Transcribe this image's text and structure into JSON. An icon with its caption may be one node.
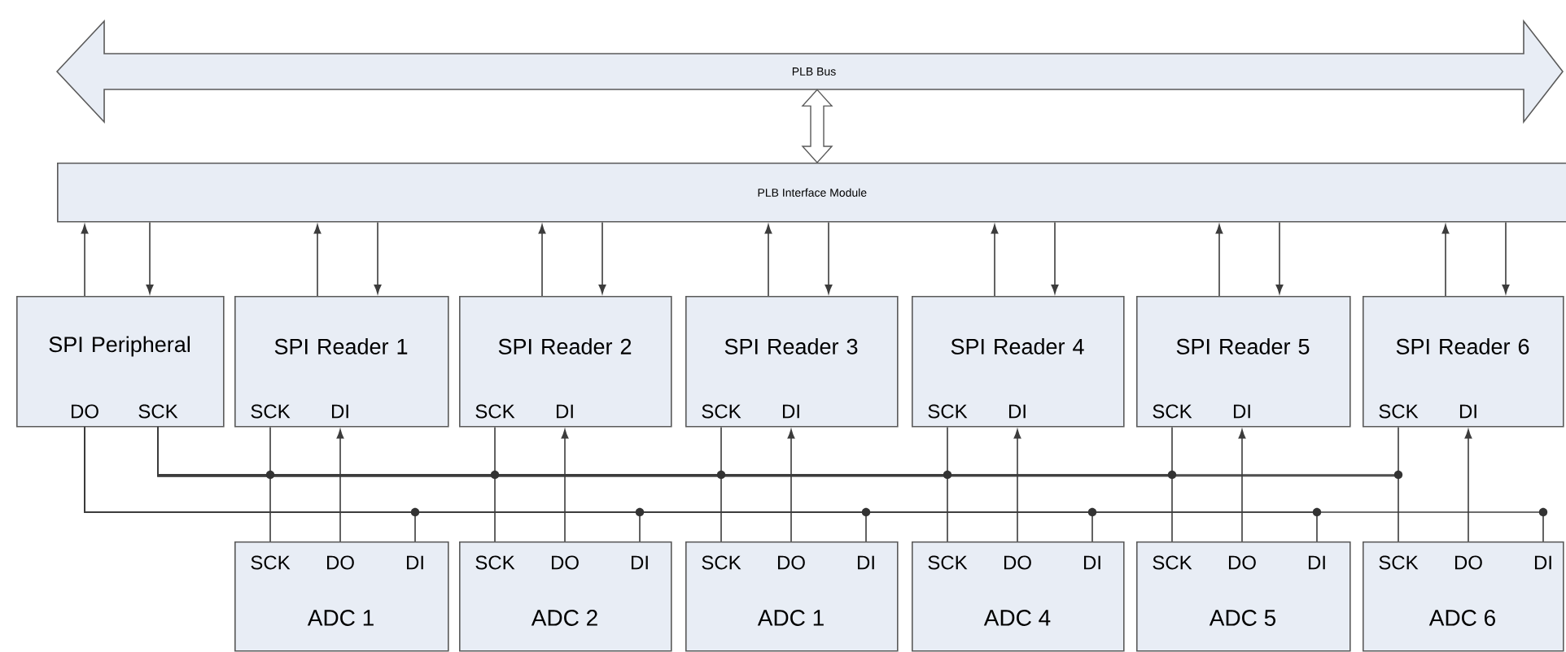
{
  "diagram": {
    "nodes": [
      {
        "text": [
          "PLB Bus"
        ]
      },
      {
        "text": [
          "PLB Interface Module"
        ]
      },
      {
        "text": [
          "SPI Peripheral",
          "DO",
          "SCK"
        ]
      },
      {
        "text": [
          "SPI Reader 1",
          "SCK",
          "DI"
        ]
      },
      {
        "text": [
          "SPI Reader 2",
          "SCK",
          "DI"
        ]
      },
      {
        "text": [
          "SPI Reader 3",
          "SCK",
          "DI"
        ]
      },
      {
        "text": [
          "SPI Reader 4",
          "SCK",
          "DI"
        ]
      },
      {
        "text": [
          "SPI Reader 5",
          "SCK",
          "DI"
        ]
      },
      {
        "text": [
          "SPI Reader 6",
          "SCK",
          "DI"
        ]
      },
      {
        "text": [
          "SCK",
          "DO",
          "DI",
          "ADC 1"
        ]
      },
      {
        "text": [
          "SCK",
          "DO",
          "DI",
          "ADC 2"
        ]
      },
      {
        "text": [
          "SCK",
          "DO",
          "DI",
          "ADC 1"
        ]
      },
      {
        "text": [
          "SCK",
          "DO",
          "DI",
          "ADC 4"
        ]
      },
      {
        "text": [
          "SCK",
          "DO",
          "DI",
          "ADC 5"
        ]
      },
      {
        "text": [
          "SCK",
          "DO",
          "DI",
          "ADC 6"
        ]
      }
    ],
    "edges": [
      {
        "from": 0,
        "to": 1,
        "arrow": "both",
        "style": "thick"
      },
      {
        "from": 2,
        "to": 1,
        "arrow": "to"
      },
      {
        "from": 1,
        "to": 2,
        "arrow": "to"
      },
      {
        "from": 3,
        "to": 1,
        "arrow": "to"
      },
      {
        "from": 1,
        "to": 3,
        "arrow": "to"
      },
      {
        "from": 4,
        "to": 1,
        "arrow": "to"
      },
      {
        "from": 1,
        "to": 4,
        "arrow": "to"
      },
      {
        "from": 5,
        "to": 1,
        "arrow": "to"
      },
      {
        "from": 1,
        "to": 5,
        "arrow": "to"
      },
      {
        "from": 6,
        "to": 1,
        "arrow": "to"
      },
      {
        "from": 1,
        "to": 6,
        "arrow": "to"
      },
      {
        "from": 7,
        "to": 1,
        "arrow": "to"
      },
      {
        "from": 1,
        "to": 7,
        "arrow": "to"
      },
      {
        "from": 8,
        "to": 1,
        "arrow": "to"
      },
      {
        "from": 1,
        "to": 8,
        "arrow": "to"
      },
      {
        "from": 2,
        "to": 3,
        "arrow": "none"
      },
      {
        "from": 2,
        "to": 4,
        "arrow": "none"
      },
      {
        "from": 2,
        "to": 5,
        "arrow": "none"
      },
      {
        "from": 2,
        "to": 6,
        "arrow": "none"
      },
      {
        "from": 2,
        "to": 7,
        "arrow": "none"
      },
      {
        "from": 2,
        "to": 8,
        "arrow": "none"
      },
      {
        "from": 2,
        "to": 9,
        "arrow": "none"
      },
      {
        "from": 2,
        "to": 10,
        "arrow": "none"
      },
      {
        "from": 2,
        "to": 11,
        "arrow": "none"
      },
      {
        "from": 2,
        "to": 12,
        "arrow": "none"
      },
      {
        "from": 2,
        "to": 13,
        "arrow": "none"
      },
      {
        "from": 2,
        "to": 14,
        "arrow": "none"
      },
      {
        "from": 2,
        "to": 9,
        "arrow": "none"
      },
      {
        "from": 2,
        "to": 10,
        "arrow": "none"
      },
      {
        "from": 2,
        "to": 11,
        "arrow": "none"
      },
      {
        "from": 2,
        "to": 12,
        "arrow": "none"
      },
      {
        "from": 2,
        "to": 13,
        "arrow": "none"
      },
      {
        "from": 2,
        "to": 14,
        "arrow": "none"
      },
      {
        "from": 9,
        "to": 3,
        "arrow": "to"
      },
      {
        "from": 10,
        "to": 4,
        "arrow": "to"
      },
      {
        "from": 11,
        "to": 5,
        "arrow": "to"
      },
      {
        "from": 12,
        "to": 6,
        "arrow": "to"
      },
      {
        "from": 13,
        "to": 7,
        "arrow": "to"
      },
      {
        "from": 14,
        "to": 8,
        "arrow": "to"
      }
    ]
  }
}
